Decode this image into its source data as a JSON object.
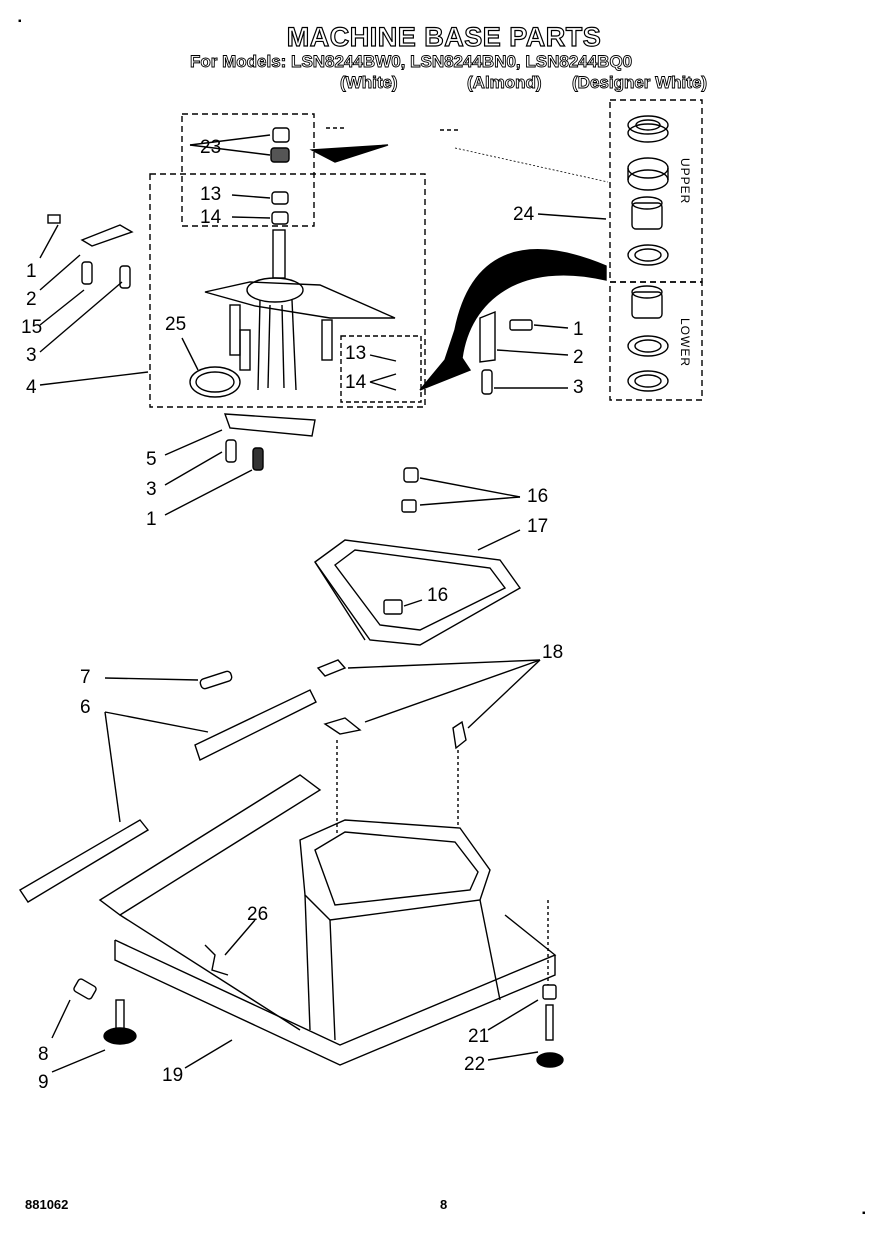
{
  "header": {
    "title": "MACHINE BASE PARTS",
    "models": "For Models: LSN8244BW0, LSN8244BN0, LSN8244BQ0",
    "color_white": "(White)",
    "color_almond": "(Almond)",
    "color_designer": "(Designer White)"
  },
  "inset_labels": {
    "upper": "UPPER",
    "lower": "LOWER"
  },
  "callouts": {
    "c23": "23",
    "c13a": "13",
    "c14a": "14",
    "c24": "24",
    "c1a": "1",
    "c2a": "2",
    "c15": "15",
    "c3a": "3",
    "c4": "4",
    "c25": "25",
    "c13b": "13",
    "c14b": "14",
    "c1b": "1",
    "c2b": "2",
    "c3b": "3",
    "c5": "5",
    "c3c": "3",
    "c1c": "1",
    "c16a": "16",
    "c17": "17",
    "c16b": "16",
    "c7": "7",
    "c6": "6",
    "c18": "18",
    "c26": "26",
    "c8": "8",
    "c9": "9",
    "c19": "19",
    "c21": "21",
    "c22": "22"
  },
  "footer": {
    "code": "881062",
    "page": "8"
  }
}
